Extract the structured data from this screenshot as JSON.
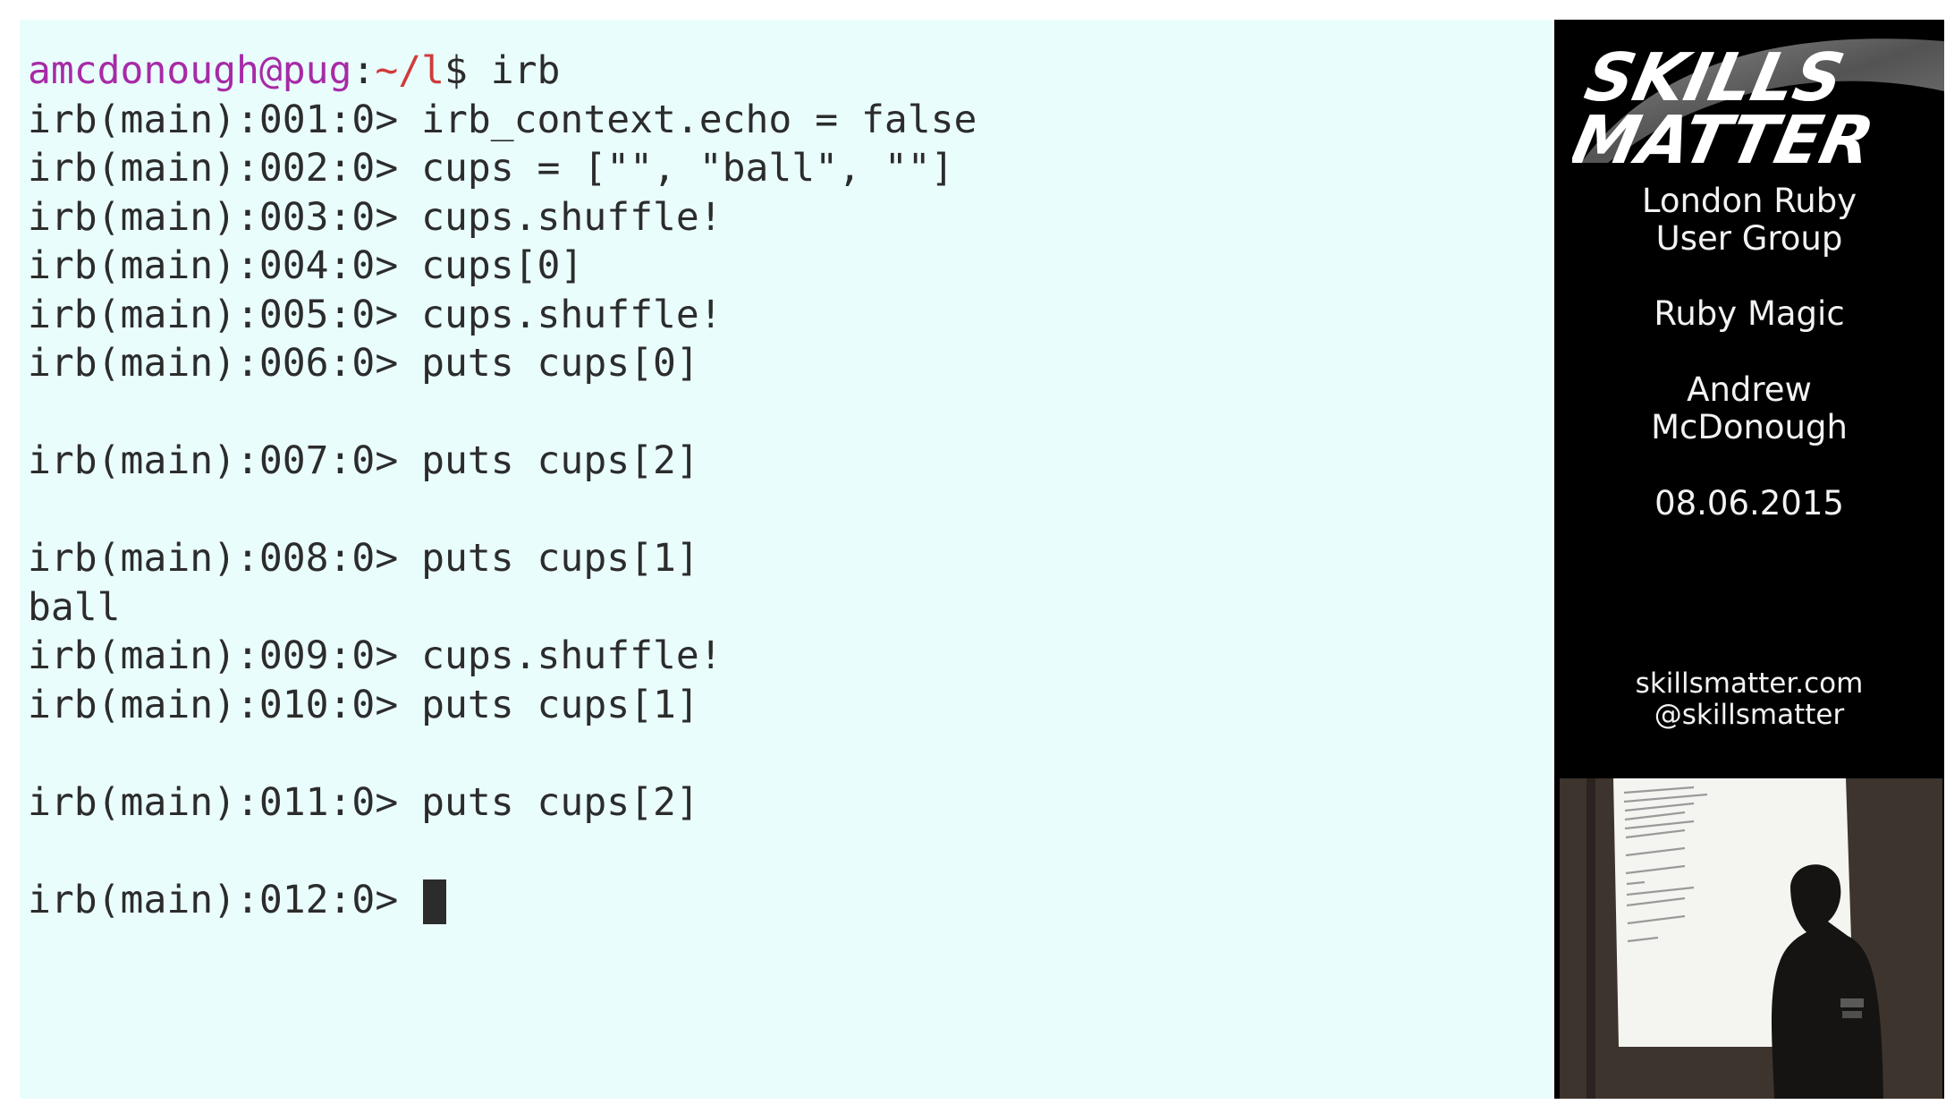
{
  "terminal": {
    "prompt_line": {
      "user_host": "amcdonough@pug",
      "colon": ":",
      "path": "~/l",
      "dollar": "$",
      "command": " irb"
    },
    "lines": [
      "irb(main):001:0> irb_context.echo = false",
      "irb(main):002:0> cups = [\"\", \"ball\", \"\"]",
      "irb(main):003:0> cups.shuffle!",
      "irb(main):004:0> cups[0]",
      "irb(main):005:0> cups.shuffle!",
      "irb(main):006:0> puts cups[0]",
      "",
      "irb(main):007:0> puts cups[2]",
      "",
      "irb(main):008:0> puts cups[1]",
      "ball",
      "irb(main):009:0> cups.shuffle!",
      "irb(main):010:0> puts cups[1]",
      "",
      "irb(main):011:0> puts cups[2]",
      "",
      "irb(main):012:0> "
    ]
  },
  "sidebar": {
    "logo": {
      "line1": "SKILLS",
      "line2": "MATTER"
    },
    "event_group": [
      "London Ruby",
      "User Group"
    ],
    "talk_title": "Ruby Magic",
    "speaker": [
      "Andrew",
      "McDonough"
    ],
    "date": "08.06.2015",
    "website": "skillsmatter.com",
    "twitter": "@skillsmatter"
  },
  "colors": {
    "terminal_bg": "#eafdfd",
    "terminal_text": "#2c2c2c",
    "prompt_user": "#a72aa6",
    "prompt_path": "#d03b3b",
    "sidebar_bg": "#000000"
  }
}
